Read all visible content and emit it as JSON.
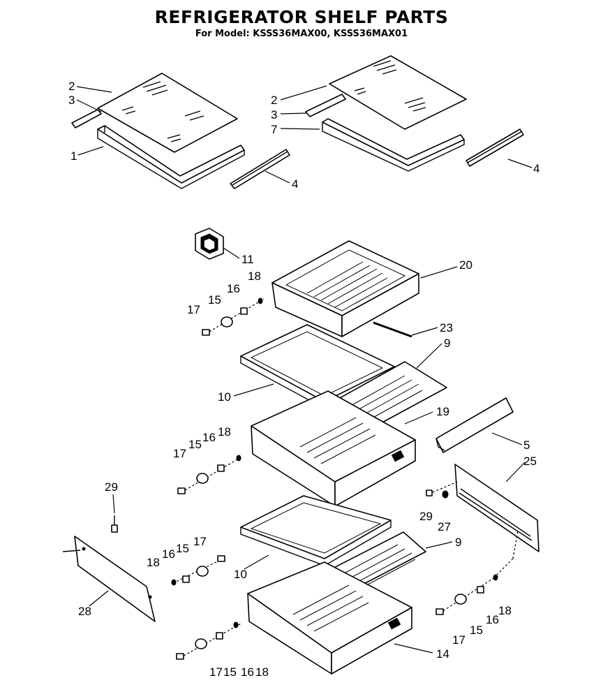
{
  "title": "REFRIGERATOR SHELF PARTS",
  "subtitle": "For Model: KSSS36MAX00, KSSS36MAX01",
  "callouts": {
    "c2a": "2",
    "c3a": "3",
    "c1": "1",
    "c4a": "4",
    "c2b": "2",
    "c3b": "3",
    "c7": "7",
    "c4b": "4",
    "c11": "11",
    "c20": "20",
    "c18a": "18",
    "c16a": "16",
    "c15a": "15",
    "c17a": "17",
    "c23": "23",
    "c9a": "9",
    "c10a": "10",
    "c19": "19",
    "c17b": "17",
    "c15b": "15",
    "c16b": "16",
    "c18b": "18",
    "c5": "5",
    "c25": "25",
    "c29a": "29",
    "c29b": "29",
    "c27": "27",
    "c9b": "9",
    "c10b": "10",
    "c17c": "17",
    "c15c": "15",
    "c16c": "16",
    "c18c": "18",
    "c28": "28",
    "c18d": "18",
    "c16d": "16",
    "c15d": "15",
    "c17d": "17",
    "c14": "14",
    "c17e": "17",
    "c15e": "15",
    "c16e": "16",
    "c18e": "18"
  }
}
